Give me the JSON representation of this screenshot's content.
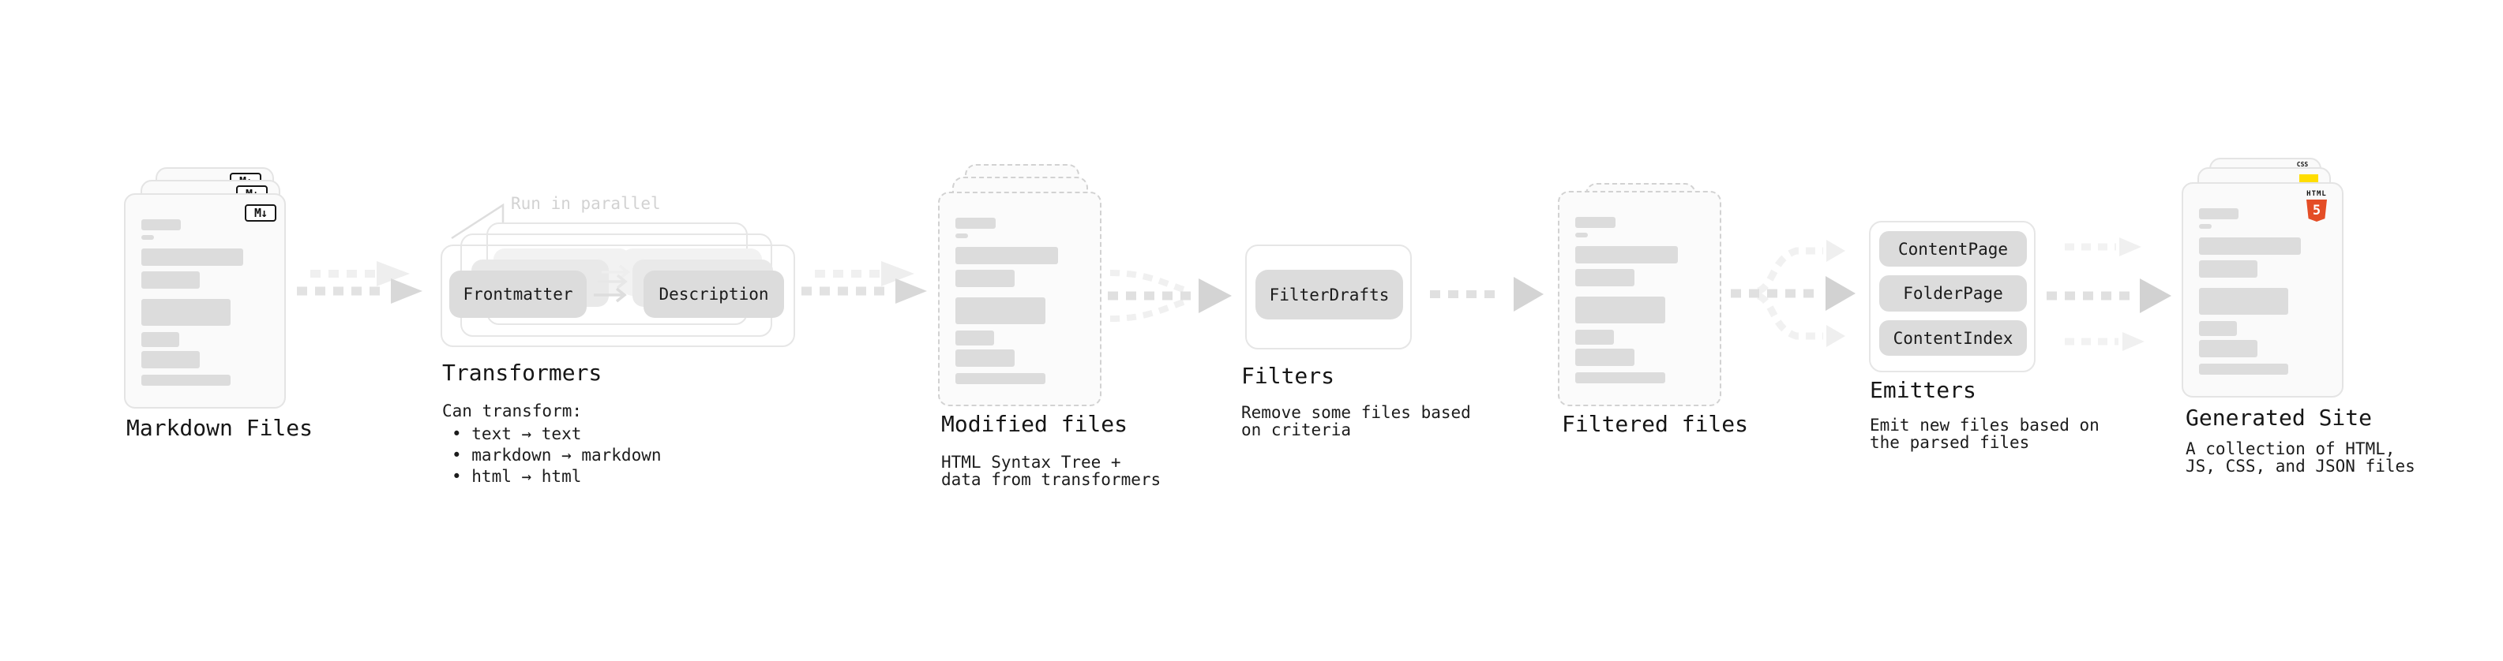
{
  "colors": {
    "background": "#ffffff",
    "card_bg": "#fafafa",
    "card_border": "#e4e4e4",
    "dashed_border": "#d2d2d2",
    "placeholder_line": "#dcdcdc",
    "pill_bg": "#dcdcdc",
    "text": "#191919",
    "annotation_muted": "#d2d2d2",
    "arrow_dash": "#e2e2e2",
    "arrow_head": "#d6d6d6",
    "arrow_light": "#f0f0f0",
    "html5_orange": "#e44d26",
    "js_yellow": "#ffdd00",
    "css_blue": "#2673e0"
  },
  "icons": {
    "markdown": "M↓",
    "html5_word": "HTML",
    "html5_five": "5",
    "css_word": "CSS"
  },
  "nodes": {
    "markdown_files": {
      "title": "Markdown Files"
    },
    "transformers": {
      "title": "Transformers",
      "annotation": "Run in parallel",
      "pill_left": "Frontmatter",
      "pill_right": "Description",
      "desc_heading": "Can transform:",
      "bullets": [
        "• text → text",
        "• markdown → markdown",
        "• html → html"
      ]
    },
    "modified_files": {
      "title": "Modified files",
      "desc_line1": "HTML Syntax Tree +",
      "desc_line2": "data from transformers"
    },
    "filters": {
      "title": "Filters",
      "pill": "FilterDrafts",
      "desc_line1": "Remove some files based",
      "desc_line2": "on criteria"
    },
    "filtered_files": {
      "title": "Filtered files"
    },
    "emitters": {
      "title": "Emitters",
      "pills": [
        "ContentPage",
        "FolderPage",
        "ContentIndex"
      ],
      "desc_line1": "Emit new files based on",
      "desc_line2": "the parsed files"
    },
    "generated_site": {
      "title": "Generated Site",
      "desc_line1": "A collection of HTML,",
      "desc_line2": "JS, CSS, and JSON files"
    }
  }
}
